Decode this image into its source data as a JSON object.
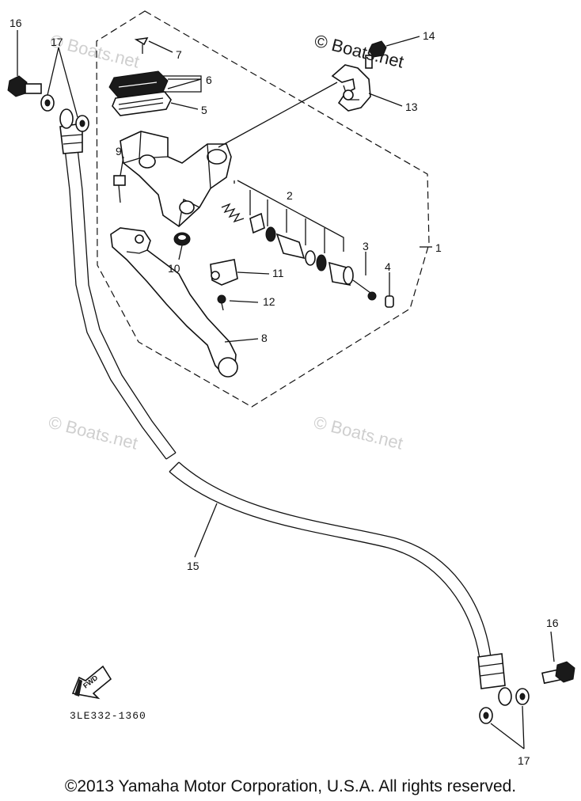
{
  "watermarks": {
    "primary": "© Boats.net",
    "faint": [
      "© Boats.net",
      "© Boats.net",
      "© Boats.net"
    ]
  },
  "callouts": [
    {
      "id": "16-top",
      "text": "16"
    },
    {
      "id": "17-top",
      "text": "17"
    },
    {
      "id": "7",
      "text": "7"
    },
    {
      "id": "6",
      "text": "6"
    },
    {
      "id": "5",
      "text": "5"
    },
    {
      "id": "14",
      "text": "14"
    },
    {
      "id": "13",
      "text": "13"
    },
    {
      "id": "9",
      "text": "9"
    },
    {
      "id": "2",
      "text": "2"
    },
    {
      "id": "1",
      "text": "1"
    },
    {
      "id": "3",
      "text": "3"
    },
    {
      "id": "4",
      "text": "4"
    },
    {
      "id": "10",
      "text": "10"
    },
    {
      "id": "11",
      "text": "11"
    },
    {
      "id": "12",
      "text": "12"
    },
    {
      "id": "8",
      "text": "8"
    },
    {
      "id": "15",
      "text": "15"
    },
    {
      "id": "16-bottom",
      "text": "16"
    },
    {
      "id": "17-bottom",
      "text": "17"
    }
  ],
  "fwd_label": "FWD",
  "part_number": "3LE332-1360",
  "copyright": "©2013 Yamaha Motor Corporation, U.S.A. All rights reserved."
}
